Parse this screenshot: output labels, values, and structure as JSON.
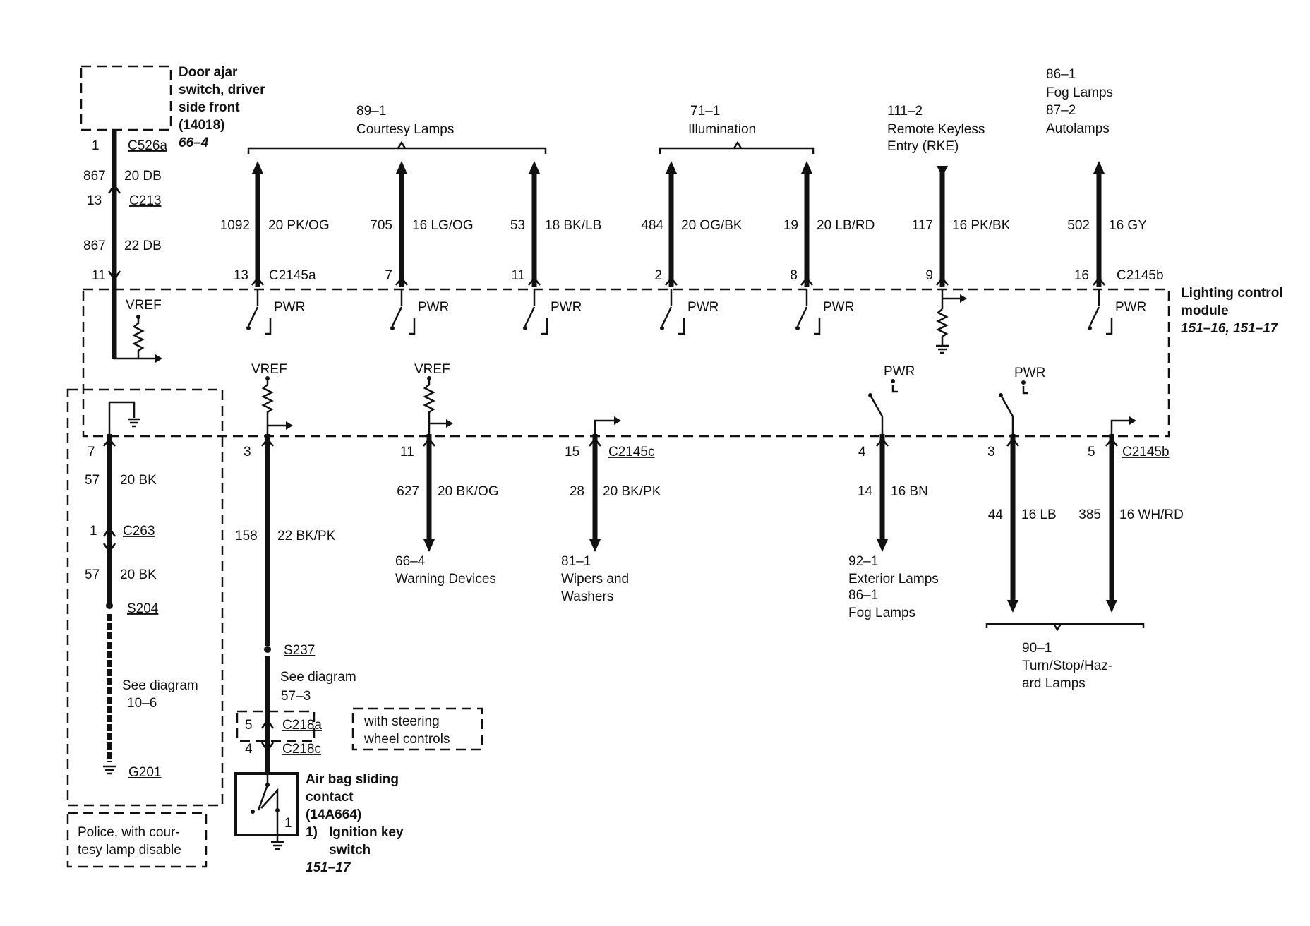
{
  "door_ajar": {
    "name": "Door ajar switch, driver side front",
    "l1": "Door ajar",
    "l2": "switch, driver",
    "l3": "side front",
    "part": "(14018)",
    "ref": "66–4"
  },
  "module": {
    "l1": "Lighting control",
    "l2": "module",
    "ref": "151–16, 151–17"
  },
  "airbag": {
    "l1": "Air bag sliding",
    "l2": "contact",
    "part": "(14A664)",
    "n1": "1)",
    "n2": "Ignition key",
    "n3": "switch",
    "ref": "151–17",
    "pin": "1"
  },
  "police_note": {
    "l1": "Police, with cour-",
    "l2": "tesy lamp disable"
  },
  "steering_note": {
    "l1": "with steering",
    "l2": "wheel controls"
  },
  "top_groups": [
    {
      "ref": "89–1",
      "name": "Courtesy Lamps"
    },
    {
      "ref": "71–1",
      "name": "Illumination"
    },
    {
      "ref": "111–2",
      "name": "Remote Keyless",
      "name2": "Entry (RKE)"
    },
    {
      "ref1": "86–1",
      "name1": "Fog Lamps",
      "ref2": "87–2",
      "name2": "Autolamps"
    }
  ],
  "left_wire": {
    "pin_top": "1",
    "conn_top": "C526a",
    "circ1": "867",
    "spec1": "20 DB",
    "pin_mid": "13",
    "conn_mid": "C213",
    "circ2": "867",
    "spec2": "22 DB",
    "pin_bottom": "11"
  },
  "top_wires": [
    {
      "circuit": "1092",
      "spec": "20 PK/OG",
      "pin": "13",
      "conn": "C2145a"
    },
    {
      "circuit": "705",
      "spec": "16 LG/OG",
      "pin": "7"
    },
    {
      "circuit": "53",
      "spec": "18 BK/LB",
      "pin": "11"
    },
    {
      "circuit": "484",
      "spec": "20 OG/BK",
      "pin": "2"
    },
    {
      "circuit": "19",
      "spec": "20 LB/RD",
      "pin": "8"
    },
    {
      "circuit": "117",
      "spec": "16 PK/BK",
      "pin": "9"
    },
    {
      "circuit": "502",
      "spec": "16 GY",
      "pin": "16",
      "conn": "C2145b"
    }
  ],
  "internal": {
    "pwr": "PWR",
    "vref": "VREF"
  },
  "bottom_wires": [
    {
      "pin": "7",
      "circuit": "57",
      "spec": "20 BK",
      "pin2": "1",
      "conn2": "C263",
      "circuit2": "57",
      "spec2": "20 BK",
      "splice": "S204",
      "see": "See diagram",
      "see_ref": "10–6",
      "ground": "G201"
    },
    {
      "pin": "3",
      "circuit": "158",
      "spec": "22 BK/PK",
      "splice": "S237",
      "see": "See diagram",
      "see_ref": "57–3",
      "pin_a": "5",
      "conn_a": "C218a",
      "pin_c": "4",
      "conn_c": "C218c"
    },
    {
      "pin": "11",
      "circuit": "627",
      "spec": "20 BK/OG",
      "dest_ref": "66–4",
      "dest": "Warning Devices"
    },
    {
      "pin": "15",
      "conn": "C2145c",
      "circuit": "28",
      "spec": "20 BK/PK",
      "dest_ref": "81–1",
      "dest": "Wipers and",
      "dest2": "Washers"
    },
    {
      "pin": "4",
      "circuit": "14",
      "spec": "16 BN",
      "dest_ref": "92–1",
      "dest": "Exterior Lamps",
      "dest_ref2": "86–1",
      "dest2": "Fog Lamps"
    },
    {
      "pin": "3",
      "circuit": "44",
      "spec": "16 LB"
    },
    {
      "pin": "5",
      "conn": "C2145b",
      "circuit": "385",
      "spec": "16 WH/RD"
    }
  ],
  "bottom_group": {
    "ref": "90–1",
    "l1": "Turn/Stop/Haz-",
    "l2": "ard Lamps"
  }
}
